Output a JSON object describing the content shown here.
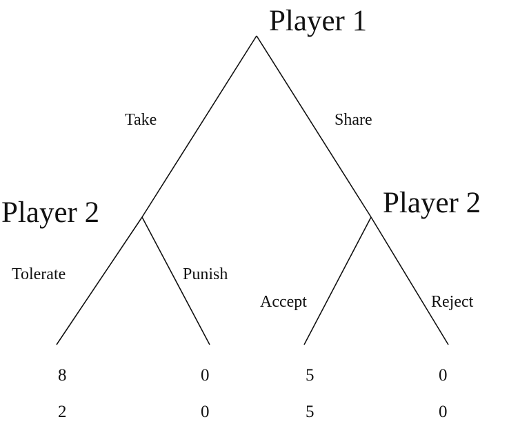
{
  "root": {
    "player": "Player 1"
  },
  "branches": [
    {
      "action": "Take",
      "node": {
        "player": "Player 2",
        "branches": [
          {
            "action": "Tolerate",
            "payoffs": [
              "8",
              "2"
            ]
          },
          {
            "action": "Punish",
            "payoffs": [
              "0",
              "0"
            ]
          }
        ]
      }
    },
    {
      "action": "Share",
      "node": {
        "player": "Player 2",
        "branches": [
          {
            "action": "Accept",
            "payoffs": [
              "5",
              "5"
            ]
          },
          {
            "action": "Reject",
            "payoffs": [
              "0",
              "0"
            ]
          }
        ]
      }
    }
  ]
}
